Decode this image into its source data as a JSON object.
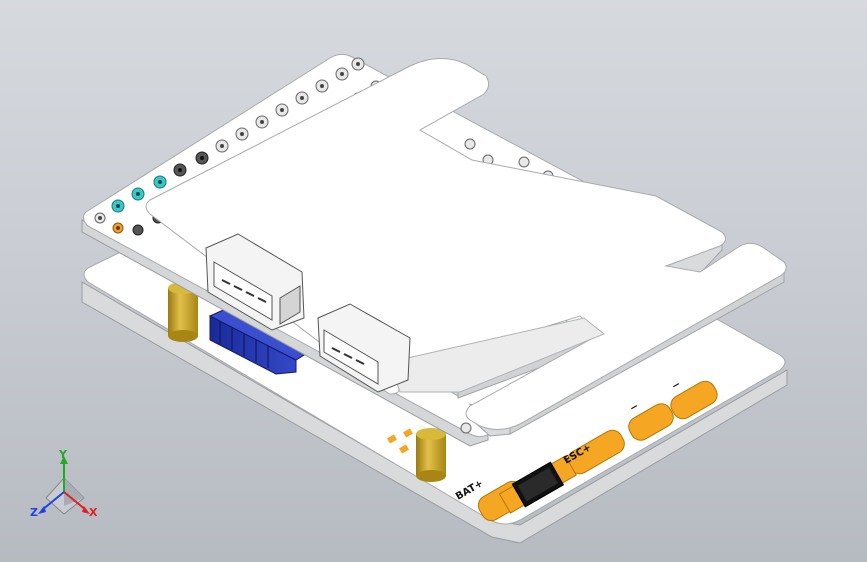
{
  "scene": {
    "background_top": "#d6d9de",
    "background_bottom": "#b6bac1",
    "board_color": "#ffffff",
    "edge_color": "#c9cbcd",
    "pad_color": "#f5a623",
    "standoff_color": "#c9a01a",
    "connector_color": "#2233aa"
  },
  "labels": {
    "bat_plus": "BAT+",
    "esc_plus": "ESC+",
    "minus_a": "−",
    "minus_b": "−"
  },
  "triad": {
    "y": "Y",
    "x": "X",
    "z": "Z",
    "y_color": "#22aa22",
    "x_color": "#dd2222",
    "z_color": "#2244dd"
  }
}
